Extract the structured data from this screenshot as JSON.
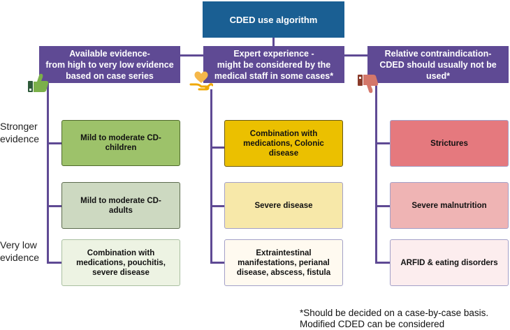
{
  "title": "CDED use algorithm",
  "headers": {
    "left": "Available evidence-\nfrom high to very low evidence\nbased on case series",
    "middle": "Expert experience -\nmight be considered by the\nmedical staff in some cases*",
    "right": "Relative contraindication-\nCDED should usually not be used*"
  },
  "side_labels": {
    "stronger": "Stronger\nevidence",
    "very_low": "Very low\nevidence"
  },
  "columns": {
    "left": [
      {
        "text": "Mild to moderate CD-\nchildren",
        "bg": "#9dc26a",
        "border": "#4f6a2c"
      },
      {
        "text": "Mild to moderate CD-\nadults",
        "bg": "#cdd9c1",
        "border": "#5c6b4d"
      },
      {
        "text": "Combination with\nmedications, pouchitis,\nsevere disease",
        "bg": "#edf3e3",
        "border": "#a9bfa0"
      }
    ],
    "middle": [
      {
        "text": "Combination with\nmedications, Colonic disease",
        "bg": "#ebc000",
        "border": "#6b5a10"
      },
      {
        "text": "Severe disease",
        "bg": "#f7e8a9",
        "border": "#a3a0c8"
      },
      {
        "text": "Extraintestinal\nmanifestations, perianal\ndisease, abscess, fistula",
        "bg": "#fffaf0",
        "border": "#a3a0c8"
      }
    ],
    "right": [
      {
        "text": "Strictures",
        "bg": "#e5797e",
        "border": "#a3a0c8"
      },
      {
        "text": "Severe malnutrition",
        "bg": "#efb4b4",
        "border": "#a3a0c8"
      },
      {
        "text": "ARFID & eating disorders",
        "bg": "#fcedee",
        "border": "#a3a0c8"
      }
    ]
  },
  "footnote": "*Should be decided on a case-by-case basis.\nModified CDED can be considered",
  "colors": {
    "connector": "#5f4a94",
    "title_bg": "#1a5f93",
    "header_bg": "#5f4a94"
  },
  "icons": {
    "left": "thumbs-up-icon",
    "middle": "heart-in-hand-icon",
    "right": "thumbs-down-icon"
  }
}
